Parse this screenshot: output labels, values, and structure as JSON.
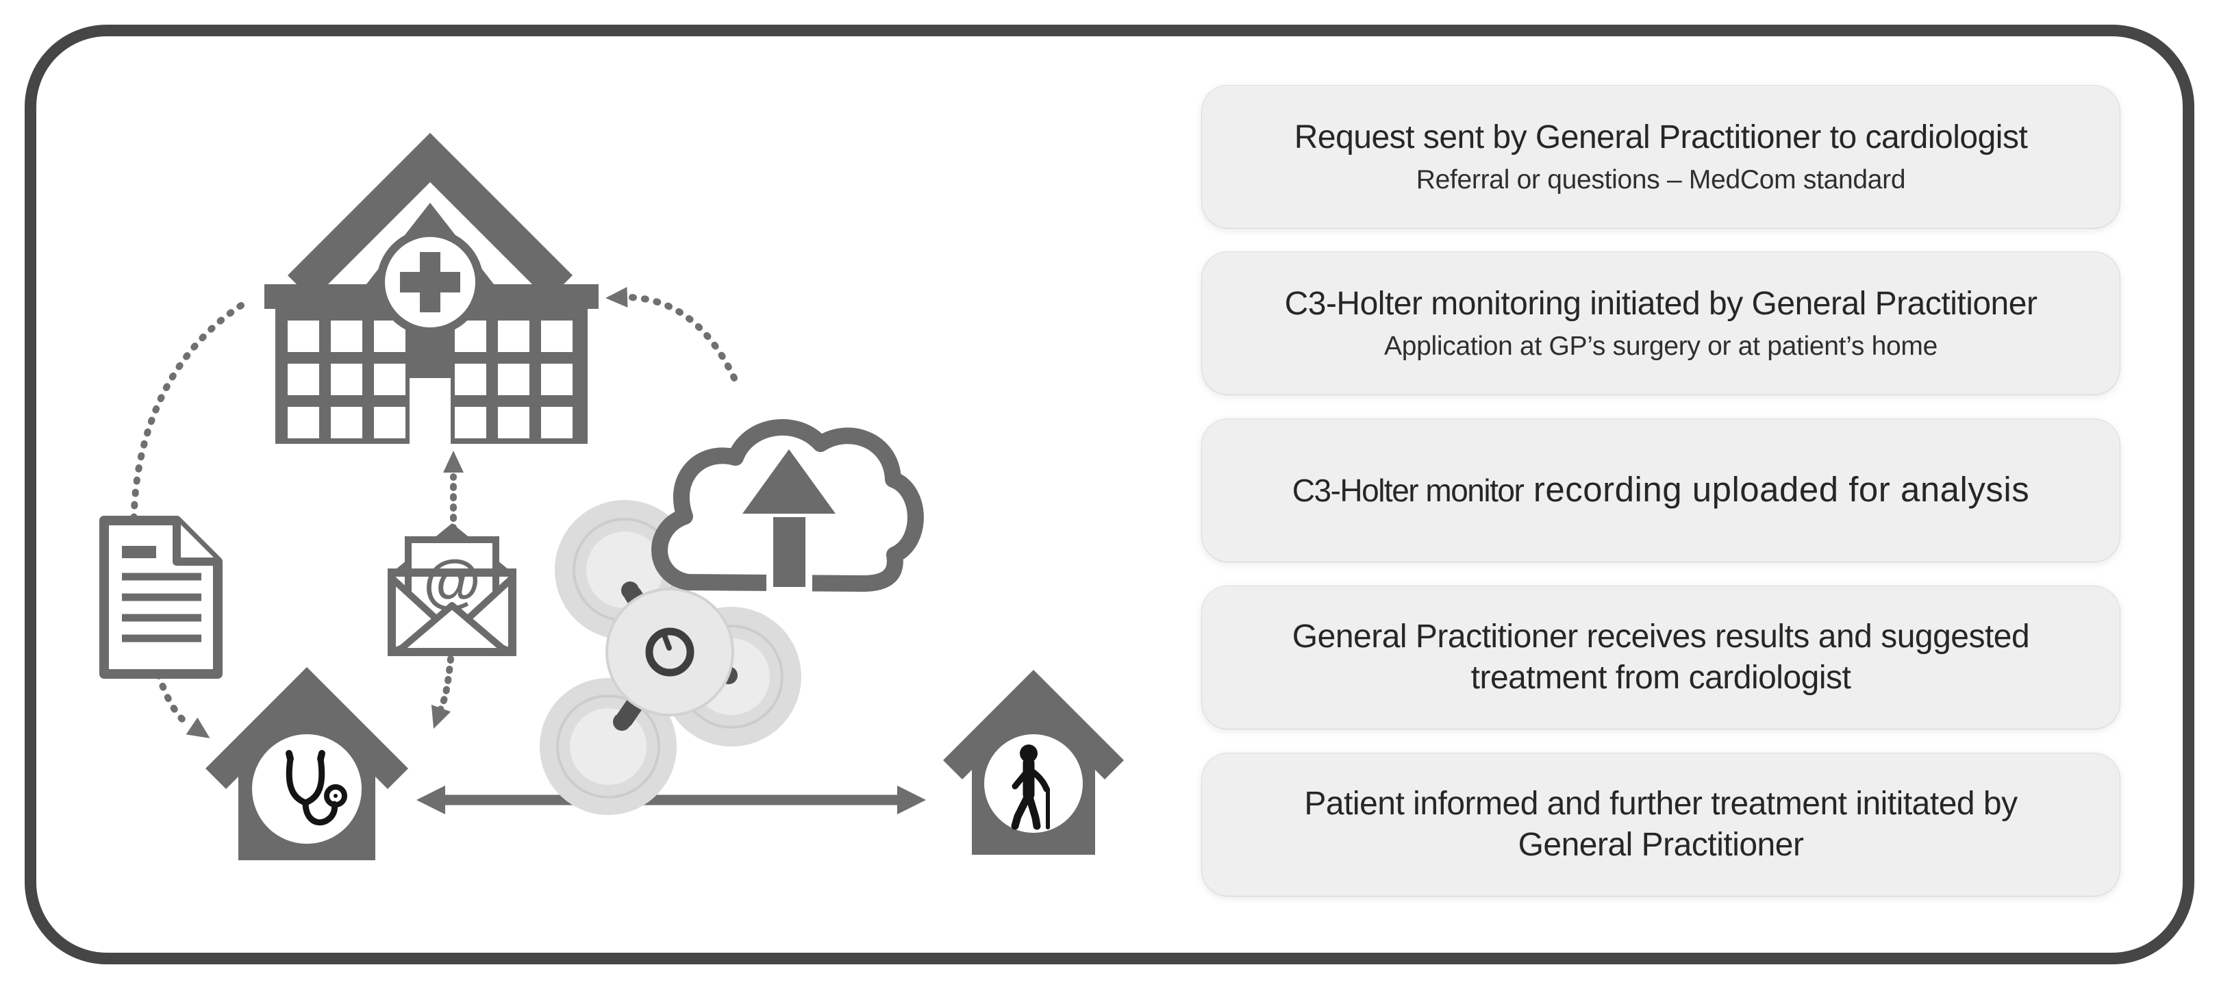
{
  "figure": {
    "colors": {
      "icon_gray": "#6b6b6b",
      "frame_gray": "#464646",
      "box_fill": "#efefef",
      "text": "#262626",
      "device_light": "#dcdcdc"
    }
  },
  "diagram": {
    "email_at": "@",
    "icons": [
      "hospital-building",
      "referral-document",
      "email-envelope",
      "gp-surgery-house",
      "c3-holter-device",
      "cloud-upload",
      "patient-home"
    ],
    "arrows": [
      "hospital-to-gp-dotted-arc",
      "gp-to-hospital-email-up-arrow",
      "email-to-gp-dotted-arrow",
      "cloud-to-hospital-dotted-arrow",
      "gp-patient-double-arrow"
    ]
  },
  "steps": [
    {
      "title": "Request sent by General Practitioner to cardiologist",
      "subtitle": "Referral or questions – MedCom standard"
    },
    {
      "title": "C3-Holter monitoring initiated by General Practitioner",
      "subtitle": "Application at GP’s surgery or at patient’s home"
    },
    {
      "title_part1": "C3-Holter monitor",
      "title_part2": " recording uploaded for analysis"
    },
    {
      "title": "General Practitioner receives results and suggested treatment from cardiologist"
    },
    {
      "title": "Patient informed and further treatment inititated by General Practitioner"
    }
  ]
}
